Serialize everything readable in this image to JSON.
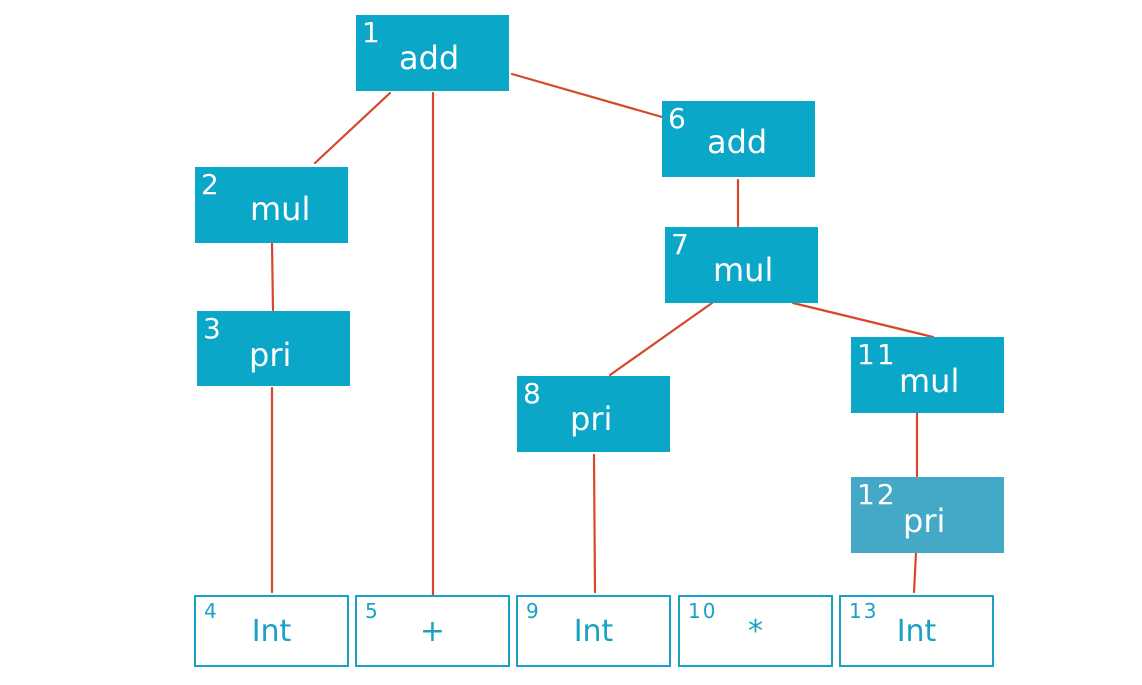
{
  "nodes": {
    "n1": {
      "number": "1",
      "label": "add"
    },
    "n2": {
      "number": "2",
      "label": "mul"
    },
    "n3": {
      "number": "3",
      "label": "pri"
    },
    "n6": {
      "number": "6",
      "label": "add"
    },
    "n7": {
      "number": "7",
      "label": "mul"
    },
    "n8": {
      "number": "8",
      "label": "pri"
    },
    "n11": {
      "number": "11",
      "label": "mul"
    },
    "n12": {
      "number": "12",
      "label": "pri"
    }
  },
  "tokens": [
    {
      "number": "4",
      "label": "Int"
    },
    {
      "number": "5",
      "label": "+"
    },
    {
      "number": "9",
      "label": "Int"
    },
    {
      "number": "10",
      "label": "*"
    },
    {
      "number": "13",
      "label": "Int"
    }
  ],
  "colors": {
    "node_fill": "#0aa7c9",
    "node_fill_alt": "#44a9c7",
    "edge": "#d5492a",
    "token_border": "#1aa2c4"
  }
}
